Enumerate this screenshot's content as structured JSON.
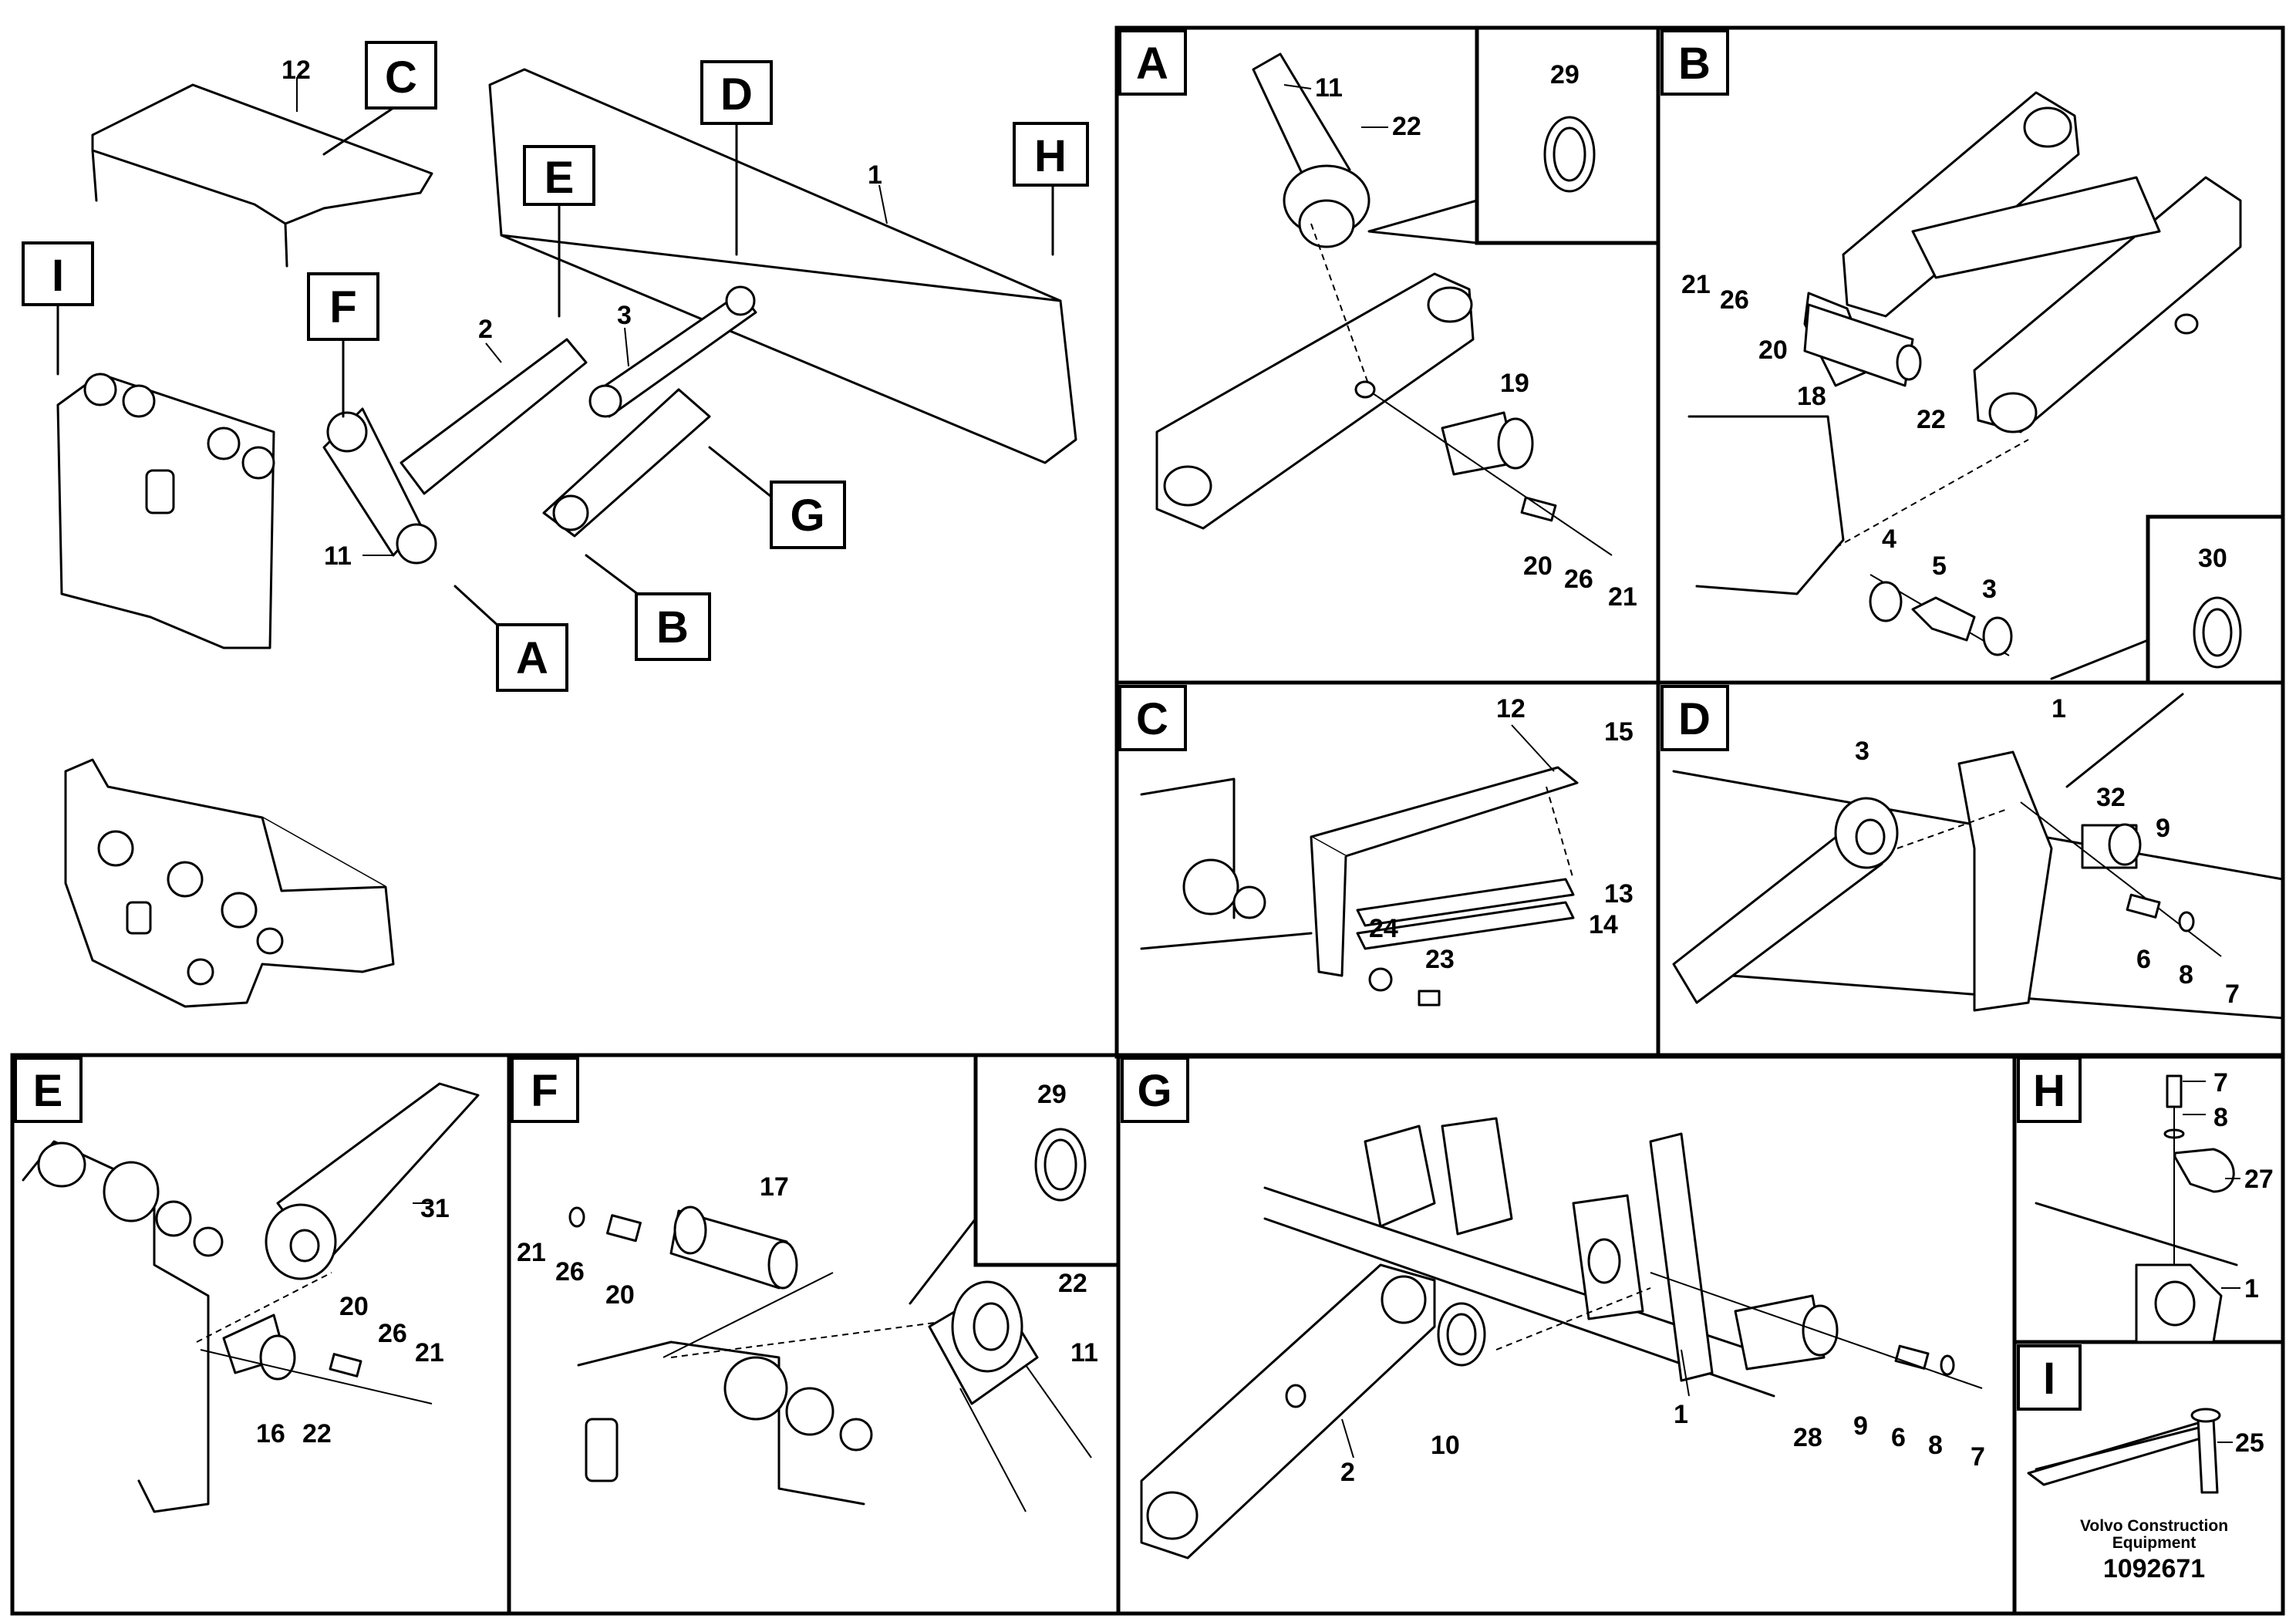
{
  "overview": {
    "part_numbers": [
      "12",
      "2",
      "3",
      "1",
      "11"
    ],
    "callouts": [
      "C",
      "D",
      "E",
      "F",
      "G",
      "H",
      "I",
      "A",
      "B"
    ]
  },
  "details": [
    {
      "label": "A",
      "parts": [
        "11",
        "22",
        "29",
        "19",
        "20",
        "26",
        "21"
      ]
    },
    {
      "label": "B",
      "parts": [
        "21",
        "26",
        "20",
        "18",
        "22",
        "4",
        "5",
        "3",
        "30"
      ]
    },
    {
      "label": "C",
      "parts": [
        "12",
        "15",
        "13",
        "14",
        "24",
        "23"
      ]
    },
    {
      "label": "D",
      "parts": [
        "1",
        "3",
        "32",
        "9",
        "6",
        "8",
        "7"
      ]
    },
    {
      "label": "E",
      "parts": [
        "31",
        "20",
        "26",
        "21",
        "16",
        "22"
      ]
    },
    {
      "label": "F",
      "parts": [
        "29",
        "17",
        "21",
        "26",
        "20",
        "22",
        "11"
      ]
    },
    {
      "label": "G",
      "parts": [
        "10",
        "1",
        "2",
        "28",
        "9",
        "6",
        "8",
        "7"
      ]
    },
    {
      "label": "H",
      "parts": [
        "7",
        "8",
        "27",
        "1"
      ]
    },
    {
      "label": "I",
      "parts": [
        "25"
      ]
    }
  ],
  "footer": {
    "company": "Volvo Construction Equipment",
    "drawing_number": "1092671"
  }
}
